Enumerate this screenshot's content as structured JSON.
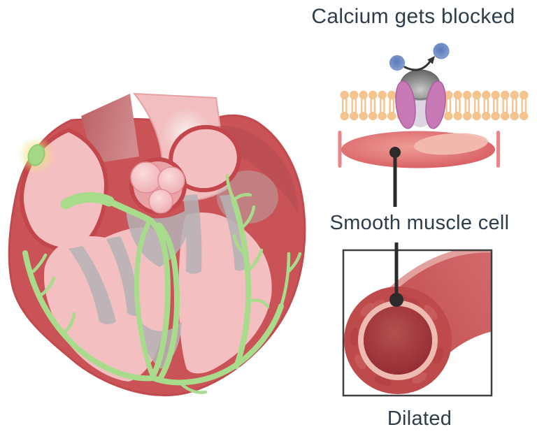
{
  "labels": {
    "title": "Calcium gets blocked",
    "smooth_muscle_cell": "Smooth muscle cell",
    "dilated": "Dilated"
  },
  "colors": {
    "text": "#2e3d49",
    "membrane": "#f5c38e",
    "channel": "#c779b6",
    "drug_gray": "#6e6e6e",
    "calcium_ion": "#6e8cc6",
    "muscle_cell": "#d9585d",
    "vessel_wall": "#bf4a4c",
    "heart_wall": "#ca5357",
    "chamber_pink": "#f3bfc0",
    "conduction_green": "#a9db8c",
    "chordae_gray": "#b5b3b7",
    "pointer_black": "#2b2b2b",
    "box_border": "#3f3f3f"
  }
}
